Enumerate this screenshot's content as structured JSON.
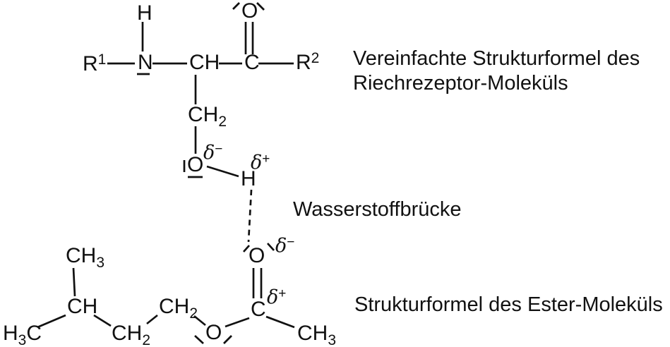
{
  "colors": {
    "ink": "#111111",
    "background": "#ffffff"
  },
  "receptor": {
    "caption_line1": "Vereinfachte Strukturformel des",
    "caption_line2": "Riechrezeptor-Moleküls",
    "r1_base": "R",
    "r1_sup": "1",
    "r2_base": "R",
    "r2_sup": "2",
    "amine_h": "H",
    "n": "N",
    "alpha_ch": "CH",
    "carbonyl_c": "C",
    "carbonyl_o": "O",
    "side_ch2_base": "CH",
    "side_ch2_sub": "2",
    "hydroxyl_o": "O",
    "hydroxyl_h": "H",
    "delta_minus_sym": "δ",
    "delta_minus_sign": "−",
    "delta_plus_sym": "δ",
    "delta_plus_sign": "+"
  },
  "hbond": {
    "label": "Wasserstoffbrücke"
  },
  "ester": {
    "caption": "Strukturformel des Ester-Moleküls",
    "h3c_h": "H",
    "h3c_sub": "3",
    "h3c_c": "C",
    "branch_ch3_base": "CH",
    "branch_ch3_sub": "3",
    "branch_ch": "CH",
    "chain_ch2a_base": "CH",
    "chain_ch2a_sub": "2",
    "chain_ch2b_base": "CH",
    "chain_ch2b_sub": "2",
    "ester_o": "O",
    "carbonyl_c": "C",
    "carbonyl_o": "O",
    "acetyl_ch3_base": "CH",
    "acetyl_ch3_sub": "3",
    "delta_minus_sym": "δ",
    "delta_minus_sign": "−",
    "delta_plus_sym": "δ",
    "delta_plus_sign": "+"
  }
}
